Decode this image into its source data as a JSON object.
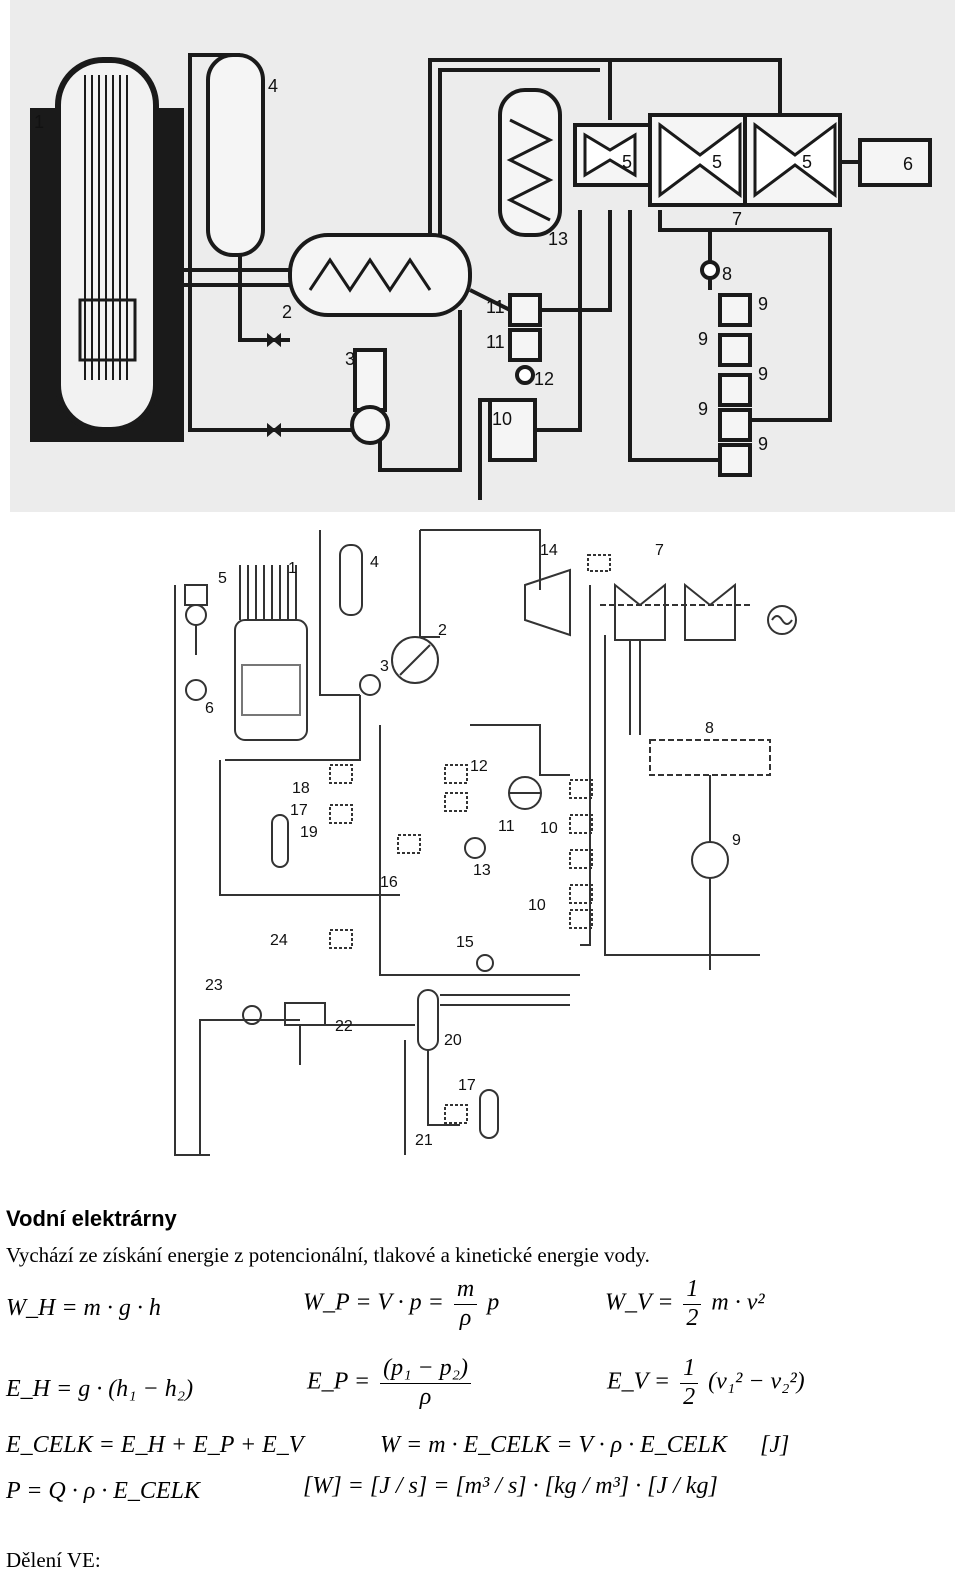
{
  "figure_top": {
    "labels": [
      "1",
      "2",
      "3",
      "4",
      "5",
      "5",
      "5",
      "6",
      "7",
      "8",
      "9",
      "9",
      "9",
      "9",
      "9",
      "10",
      "11",
      "11",
      "12",
      "13"
    ]
  },
  "figure_bottom": {
    "labels": [
      "1",
      "2",
      "3",
      "4",
      "5",
      "6",
      "7",
      "8",
      "9",
      "10",
      "10",
      "11",
      "12",
      "13",
      "14",
      "15",
      "16",
      "17",
      "17",
      "18",
      "19",
      "20",
      "21",
      "22",
      "23",
      "24"
    ]
  },
  "section": {
    "title": "Vodní elektrárny",
    "intro": "Vychází ze získání energie z potencionální, tlakové a kinetické energie vody."
  },
  "equations": {
    "wh": "W_H = m · g · h",
    "wp_left": "W_P = V · p =",
    "wp_num": "m",
    "wp_den": "ρ",
    "wp_right": "p",
    "wv_left": "W_V =",
    "wv_num": "1",
    "wv_den": "2",
    "wv_right": "m · v²",
    "eh": "E_H = g · (h₁ − h₂)",
    "ep_left": "E_P =",
    "ep_num": "(p₁ − p₂)",
    "ep_den": "ρ",
    "ev_left": "E_V =",
    "ev_num": "1",
    "ev_den": "2",
    "ev_right": "(v₁² − v₂²)",
    "ecelk": "E_CELK = E_H + E_P + E_V",
    "w_total": "W = m · E_CELK = V · ρ · E_CELK",
    "unit_j": "[J]",
    "power": "P = Q · ρ · E_CELK",
    "units": "[W] = [J / s] = [m³ / s] · [kg / m³] · [J / kg]"
  },
  "footer": "Dělení VE:"
}
